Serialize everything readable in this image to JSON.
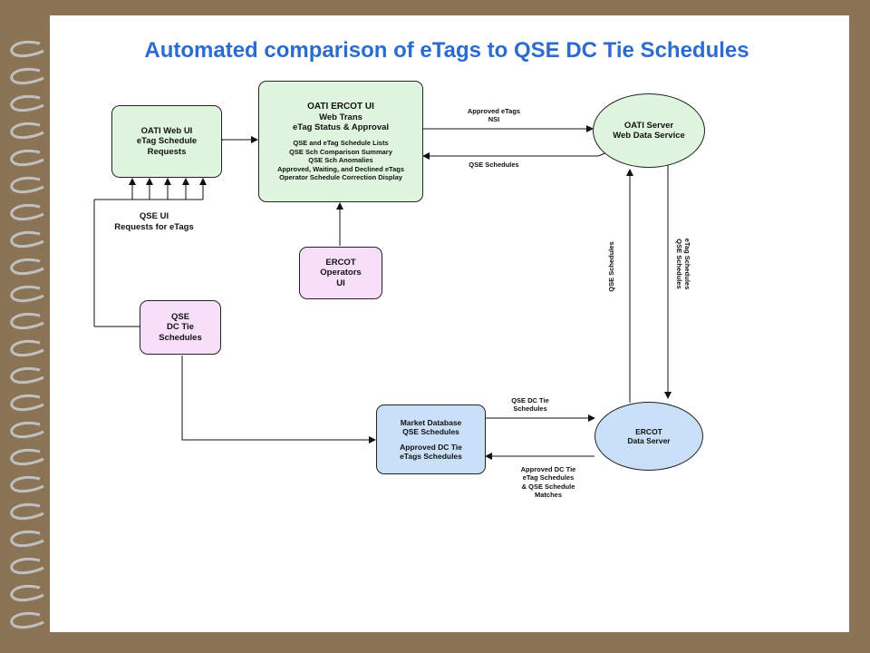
{
  "title": "Automated comparison of eTags to QSE DC Tie Schedules",
  "nodes": {
    "oati_web_ui": {
      "lines": [
        "OATI Web UI",
        "eTag Schedule",
        "Requests"
      ]
    },
    "oati_ercot_ui": {
      "header": [
        "OATI ERCOT UI",
        "Web Trans",
        "eTag Status & Approval"
      ],
      "details": [
        "QSE and eTag Schedule Lists",
        "QSE Sch Comparison Summary",
        "QSE Sch Anomalies",
        "Approved, Waiting, and Declined eTags",
        "Operator Schedule Correction Display"
      ]
    },
    "oati_server": {
      "lines": [
        "OATI Server",
        "Web Data Service"
      ]
    },
    "ercot_operators_ui": {
      "lines": [
        "ERCOT",
        "Operators",
        "UI"
      ]
    },
    "qse_dc_tie": {
      "lines": [
        "QSE",
        "DC Tie",
        "Schedules"
      ]
    },
    "market_database": {
      "lines": [
        "Market Database",
        "QSE Schedules"
      ],
      "lines2": [
        "Approved DC Tie",
        "eTags Schedules"
      ]
    },
    "ercot_data_server": {
      "lines": [
        "ERCOT",
        "Data Server"
      ]
    }
  },
  "edges": {
    "approved_etags_nsi": [
      "Approved eTags",
      "NSI"
    ],
    "qse_schedules_top": "QSE Schedules",
    "qse_ui_requests": [
      "QSE UI",
      "Requests for eTags"
    ],
    "qse_schedules_vertical": "QSE Schedules",
    "etag_qse_schedules_vertical": [
      "eTag Schedules",
      "QSE Schedules"
    ],
    "qse_dc_tie_schedules": [
      "QSE DC Tie",
      "Schedules"
    ],
    "approved_dc_tie_matches": [
      "Approved DC Tie",
      "eTag Schedules",
      "& QSE Schedule",
      "Matches"
    ]
  },
  "colors": {
    "title": "#2d6ccf",
    "background_frame": "#8b7355",
    "node_green": "#e0f5df",
    "node_pink": "#f8dff9",
    "node_blue": "#c9e0f8"
  }
}
